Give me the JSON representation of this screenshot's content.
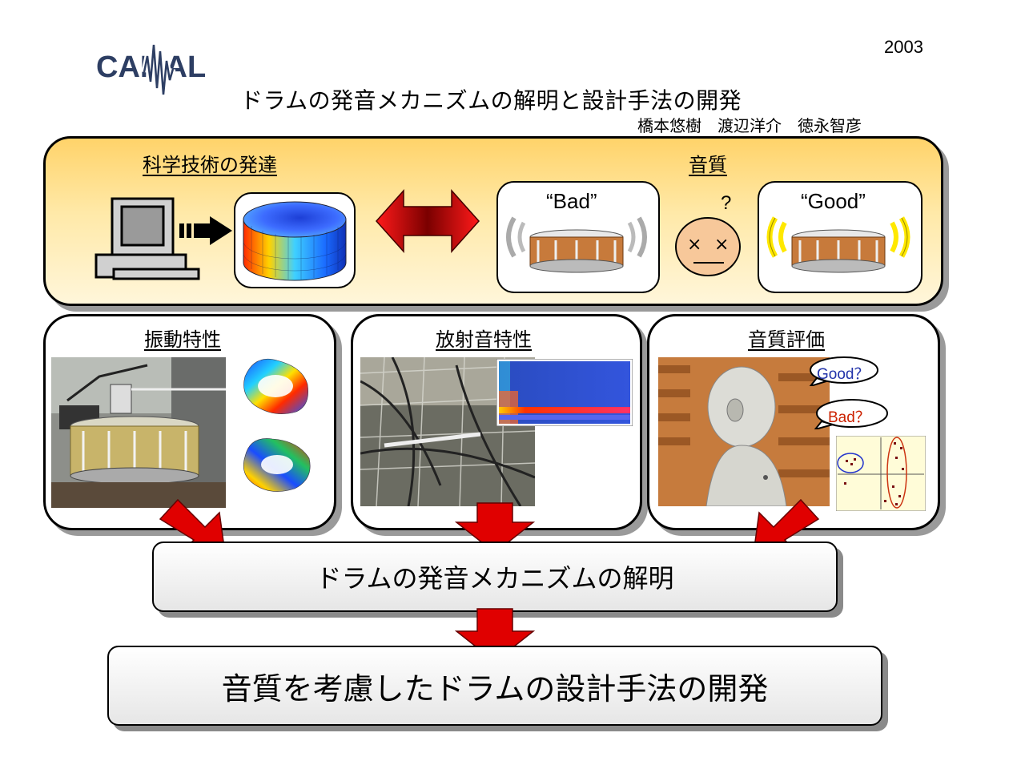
{
  "header": {
    "year": "2003",
    "logo_text": "CAMAL",
    "title": "ドラムの発音メカニズムの解明と設計手法の開発",
    "authors": "橋本悠樹　渡辺洋介　徳永智彦"
  },
  "top_panel": {
    "left_label": "科学技術の発達",
    "right_label": "音質",
    "bad_quote": "“Bad”",
    "good_quote": "“Good”",
    "question_mark": "?"
  },
  "mid_panels": [
    {
      "label": "振動特性"
    },
    {
      "label": "放射音特性"
    },
    {
      "label": "音質評価",
      "bubble_good": "Good？",
      "bubble_bad": "Bad？"
    }
  ],
  "results": {
    "mechanism": "ドラムの発音メカニズムの解明",
    "design": "音質を考慮したドラムの設計手法の開発"
  },
  "colors": {
    "panel_gold": "#ffd36a",
    "arrow_red": "#e00000",
    "good_blue": "#2233aa",
    "bad_red": "#cc2200"
  }
}
